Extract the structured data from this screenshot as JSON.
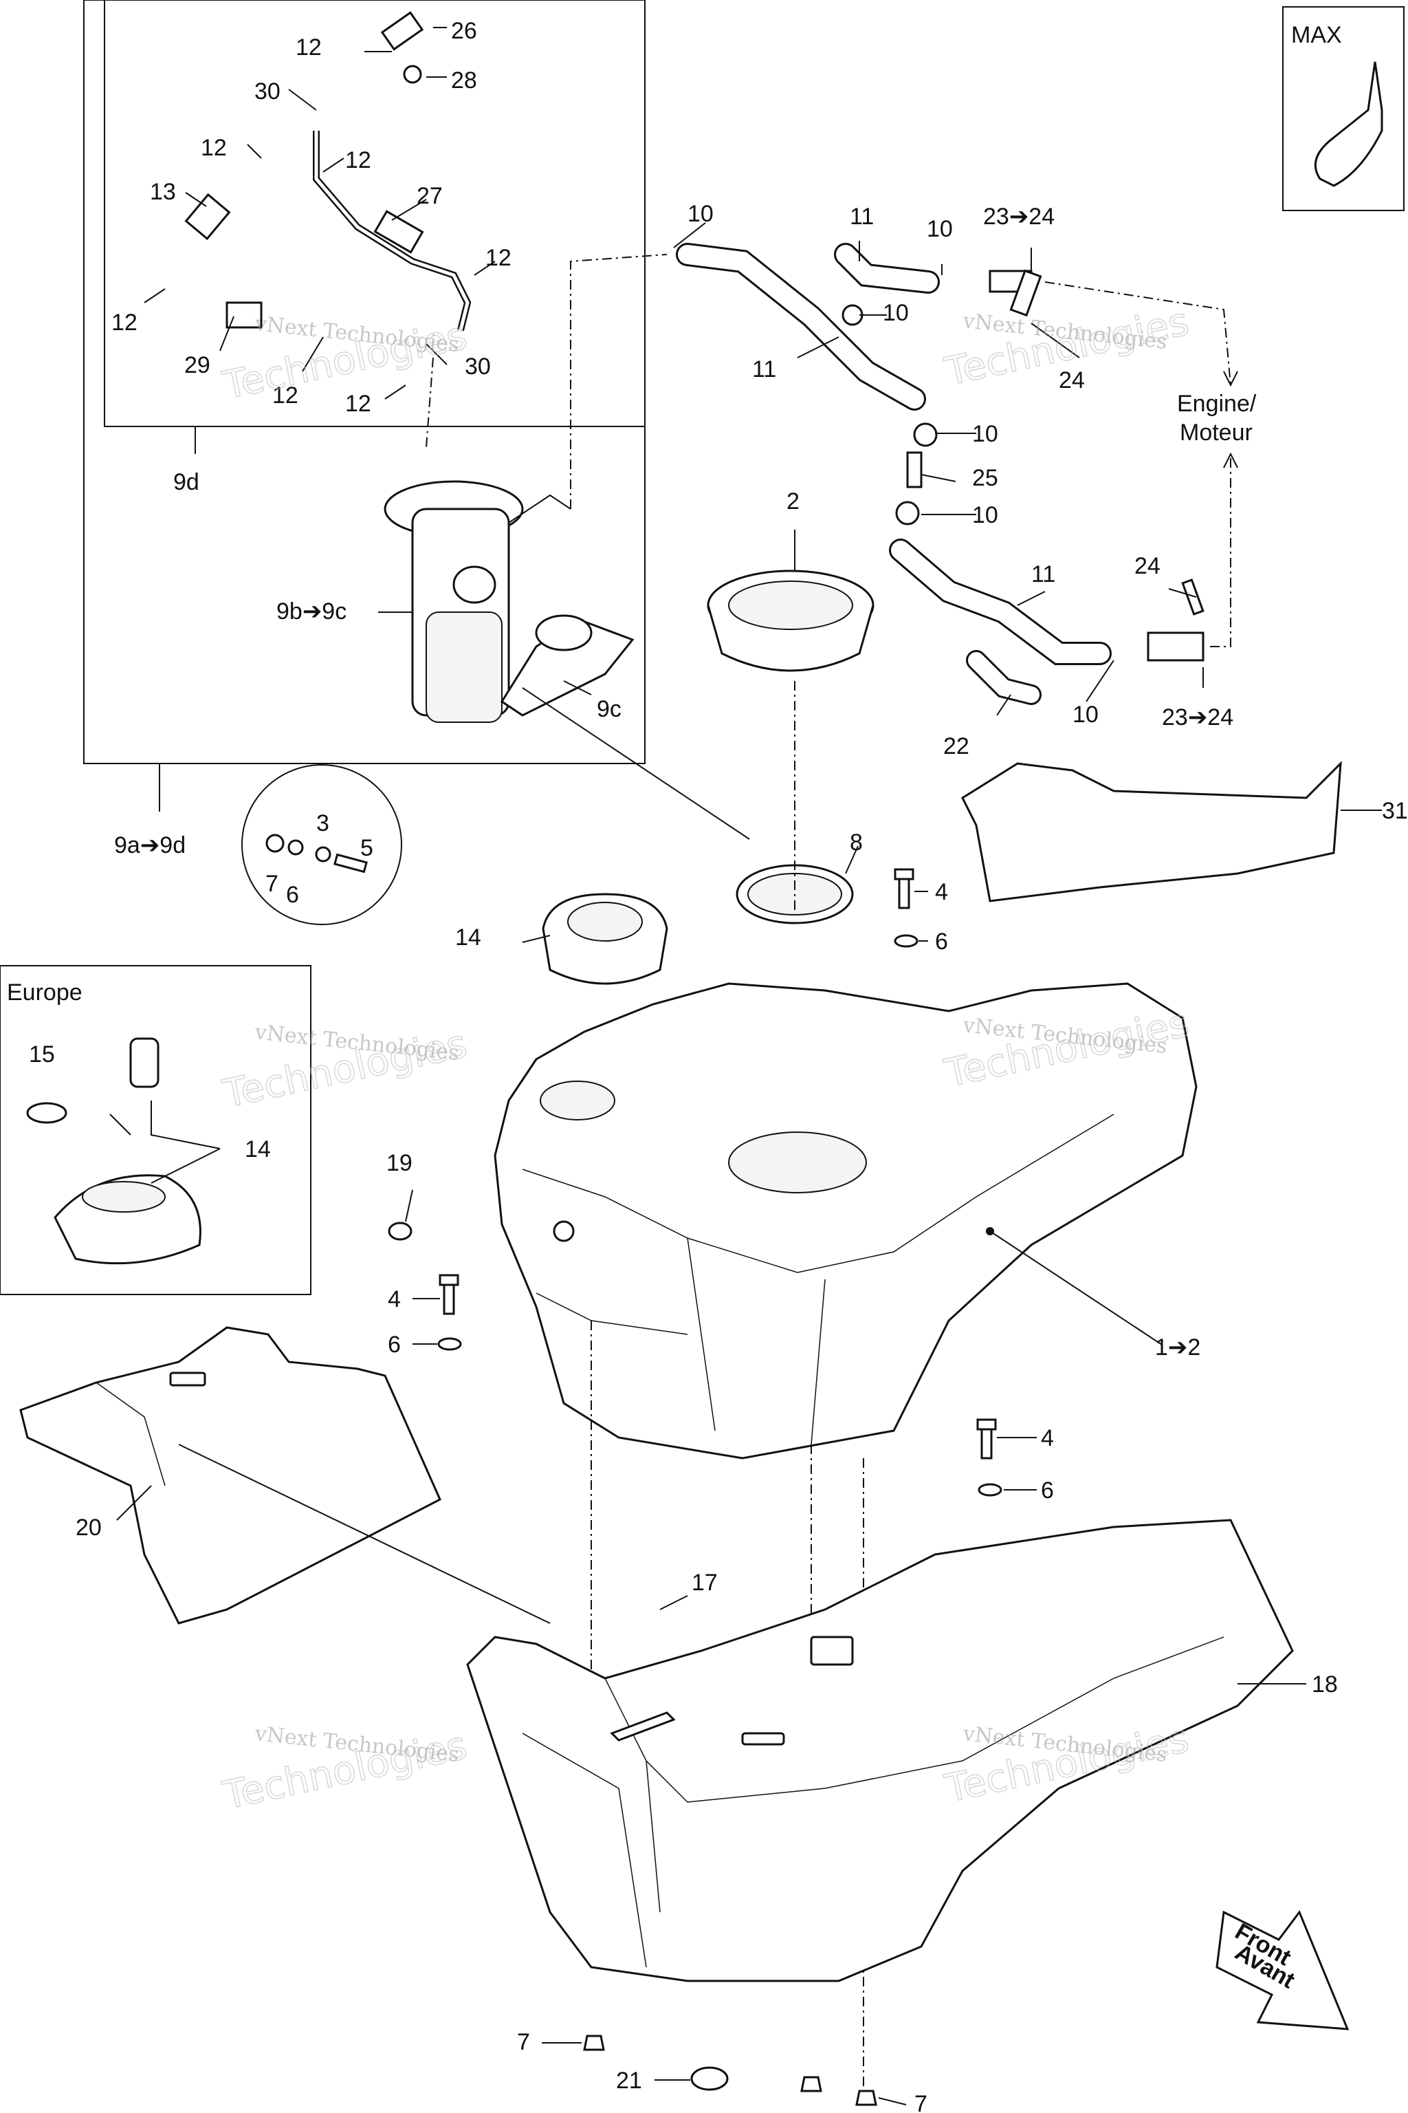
{
  "labels": {
    "p1": "12",
    "p2": "26",
    "p3": "28",
    "p4": "30",
    "p5": "12",
    "p6": "12",
    "p7": "13",
    "p8": "27",
    "p9": "12",
    "p10": "12",
    "p11": "29",
    "p12": "30",
    "p13": "12",
    "p14": "12",
    "p15": "9d",
    "p16": "9b➔9c",
    "p17": "9c",
    "p18": "9a➔9d",
    "p19": "10",
    "p20": "11",
    "p21": "11",
    "p22": "10",
    "p23": "23➔24",
    "p24": "10",
    "p25": "24",
    "p26": "10",
    "p27": "25",
    "p28": "10",
    "p29": "11",
    "p30": "24",
    "p31": "10",
    "p32": "23➔24",
    "p33": "22",
    "p34": "2",
    "p35": "31",
    "p36": "8",
    "p37": "4",
    "p38": "6",
    "p39": "3",
    "p40": "5",
    "p41": "7",
    "p42": "6",
    "p43": "14",
    "p44": "15",
    "p45": "14",
    "p46": "19",
    "p47": "4",
    "p48": "6",
    "p49": "1➔2",
    "p50": "4",
    "p51": "6",
    "p52": "20",
    "p53": "17",
    "p54": "18",
    "p55": "7",
    "p56": "21",
    "p57": "7"
  },
  "engine_label": [
    "Engine/",
    "Moteur"
  ],
  "max_label": "MAX",
  "europe_label": "Europe",
  "front_label": [
    "Front",
    "Avant"
  ],
  "watermark": {
    "line1": "vNext Technologies",
    "line2": "vNext",
    "line3": "Technologies"
  }
}
